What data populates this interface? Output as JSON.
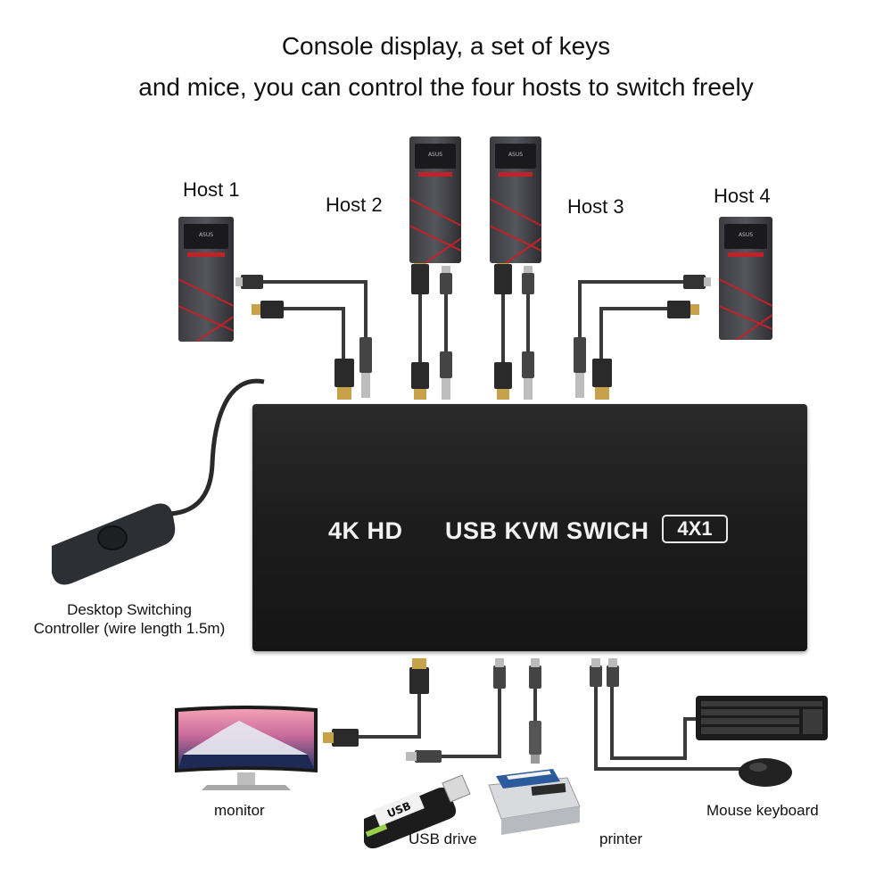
{
  "headline": {
    "line1": "Console display, a set of keys",
    "line2": "and mice, you can control the four hosts to switch freely"
  },
  "hosts": [
    {
      "label": "Host 1"
    },
    {
      "label": "Host 2"
    },
    {
      "label": "Host 3"
    },
    {
      "label": "Host 4"
    }
  ],
  "kvm": {
    "label_left": "4K HD",
    "label_main": "USB KVM SWICH",
    "badge": "4X1",
    "color": "#1c1c1c"
  },
  "controller": {
    "line1": "Desktop Switching",
    "line2": "Controller (wire length 1.5m)"
  },
  "peripherals": {
    "monitor": "monitor",
    "usb_drive": "USB drive",
    "usb_drive_print": "USB",
    "printer": "printer",
    "mouse_keyboard": "Mouse keyboard"
  },
  "tower_brand": "ASUS",
  "colors": {
    "accent": "#c0222a",
    "cable": "#3a3a3a"
  }
}
